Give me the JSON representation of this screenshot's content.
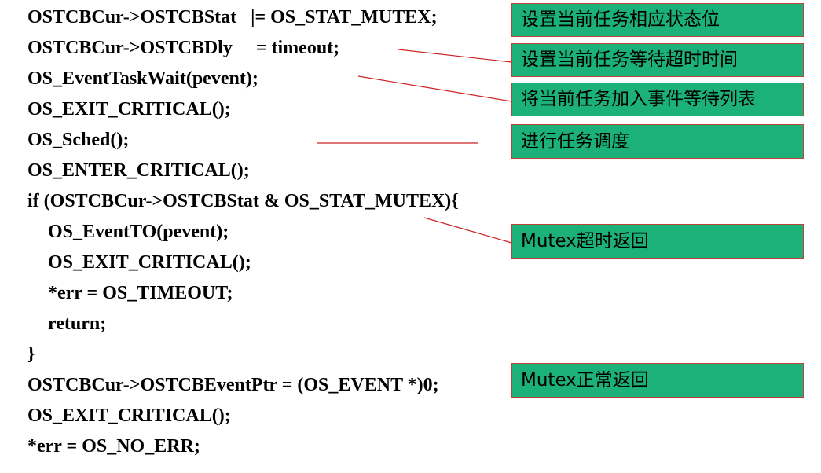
{
  "code": {
    "l1": "OSTCBCur->OSTCBStat   |= OS_STAT_MUTEX;",
    "l2": "OSTCBCur->OSTCBDly     = timeout;",
    "l3": "OS_EventTaskWait(pevent);",
    "l4": "OS_EXIT_CRITICAL();",
    "l5": "OS_Sched();",
    "l6": "OS_ENTER_CRITICAL();",
    "l7": "if (OSTCBCur->OSTCBStat & OS_STAT_MUTEX){",
    "l8": "OS_EventTO(pevent);",
    "l9": "OS_EXIT_CRITICAL();",
    "l10": "*err = OS_TIMEOUT;",
    "l11": "return;",
    "l12": "}",
    "l13": "OSTCBCur->OSTCBEventPtr = (OS_EVENT *)0;",
    "l14": "OS_EXIT_CRITICAL();",
    "l15": "*err = OS_NO_ERR;"
  },
  "notes": {
    "set_status": "设置当前任务相应状态位",
    "set_timeout": "设置当前任务等待超时时间",
    "add_wait_list": "将当前任务加入事件等待列表",
    "schedule": "进行任务调度",
    "mutex_timeout": "Mutex超时返回",
    "mutex_normal": "Mutex正常返回"
  },
  "colors": {
    "note_fill": "#1bb178",
    "note_border": "#c2403a",
    "connector": "#cc2222"
  }
}
